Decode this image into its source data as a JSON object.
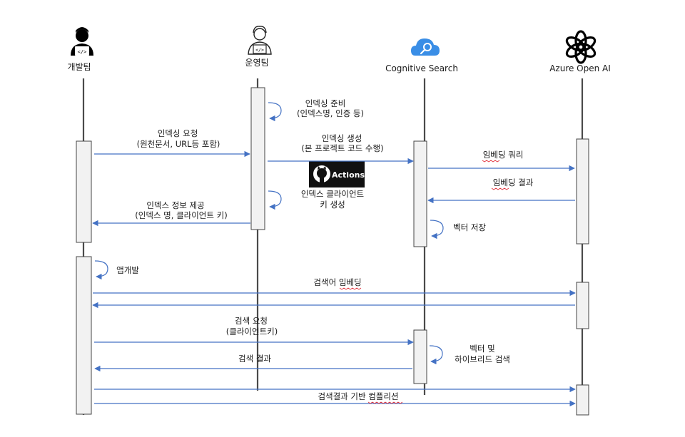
{
  "actors": {
    "dev": "개발팀",
    "ops": "운영팀",
    "search": "Cognitive Search",
    "openai": "Azure Open AI"
  },
  "badge": {
    "text": "Actions",
    "icon": "github-icon"
  },
  "messages": {
    "m1a": "인덱싱 준비",
    "m1b": "(인덱스명, 인증 등)",
    "m2a": "인덱싱 요청",
    "m2b": "(원천문서, URL등 포함)",
    "m3a": "인덱싱 생성",
    "m3b": "(본 프로젝트 코드 수행)",
    "m4": "임베딩 쿼리",
    "m5": "임베딩 결과",
    "m6a": "인덱스 클라이언트",
    "m6b": "키 생성",
    "m7a": "인덱스 정보 제공",
    "m7b": "(인덱스 명, 클라이언트 키)",
    "m8": "벡터 저장",
    "m9": "앱개발",
    "m10": "검색어 임베딩",
    "m11a": "검색 요청",
    "m11b": "(클라이언트키)",
    "m12a": "벡터 및",
    "m12b": "하이브리드 검색",
    "m13": "검색 결과",
    "m14": "검색결과 기반 컴플리션"
  },
  "colors": {
    "arrow": "#4472c4",
    "activation": "#f2f2f2",
    "lifeline": "#4a4a4a",
    "spellcheck": "#e0303a",
    "cloud": "#3a8ee6"
  }
}
